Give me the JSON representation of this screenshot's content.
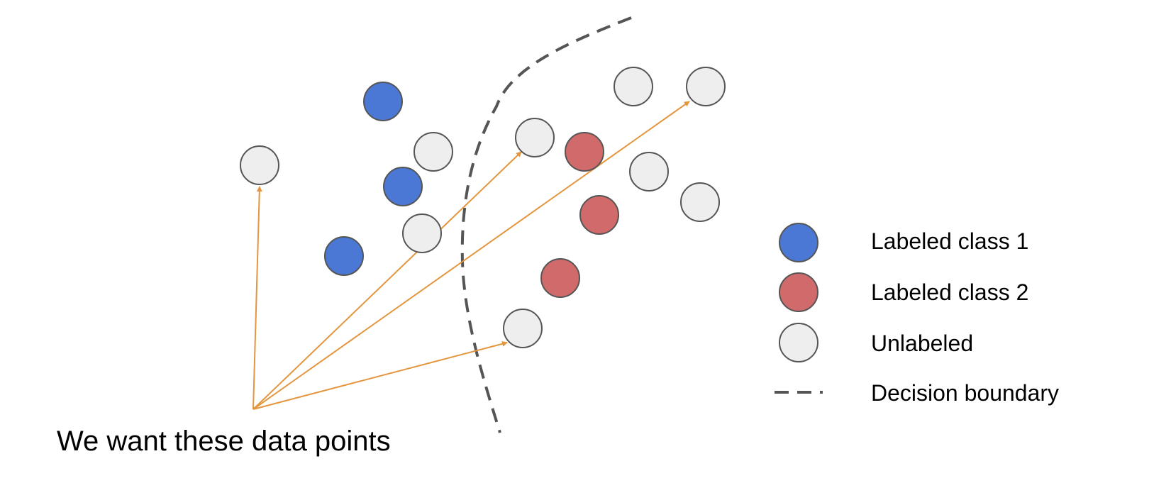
{
  "caption": "We want these data points",
  "legend": {
    "class1": "Labeled class 1",
    "class2": "Labeled class 2",
    "unlabeled": "Unlabeled",
    "boundary": "Decision boundary"
  },
  "colors": {
    "class1": "#4a78d4",
    "class2": "#d16a6a",
    "unlabeled": "#eeeeee",
    "outline": "#555555",
    "boundary": "#555555",
    "arrow": "#e3963e"
  }
}
